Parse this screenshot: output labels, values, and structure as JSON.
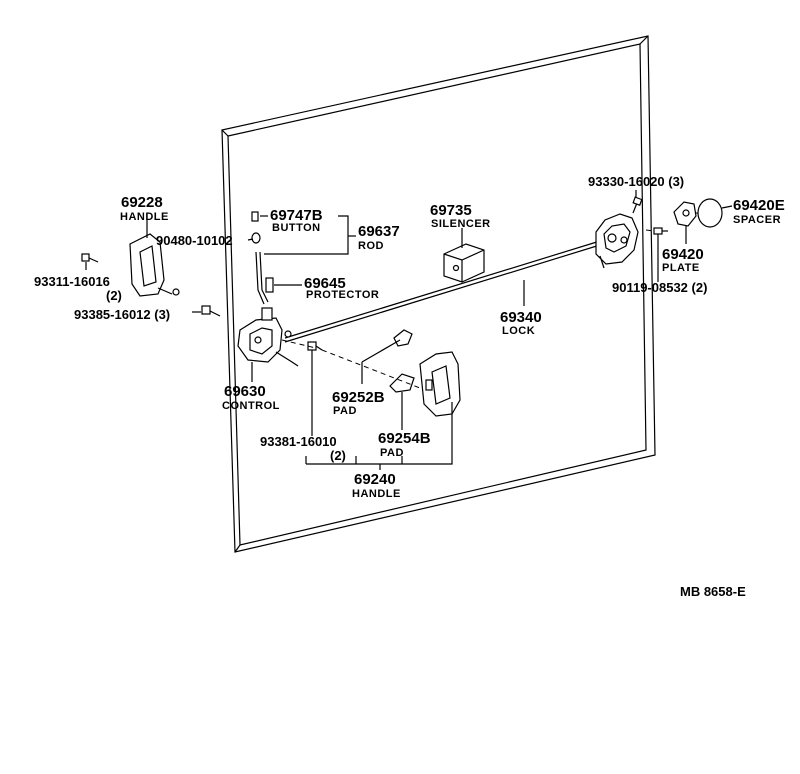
{
  "diagram": {
    "reference": "MB  8658-E",
    "callouts": [
      {
        "id": "handle-69228",
        "number": "69228",
        "name": "HANDLE"
      },
      {
        "id": "bolt-93311",
        "number": "93311-16016",
        "qty": "(2)"
      },
      {
        "id": "screw-93385",
        "number": "93385-16012 (3)"
      },
      {
        "id": "clip-90480",
        "number": "90480-10102"
      },
      {
        "id": "button-69747b",
        "number": "69747B",
        "name": "BUTTON"
      },
      {
        "id": "rod-69637",
        "number": "69637",
        "name": "ROD"
      },
      {
        "id": "protector-69645",
        "number": "69645",
        "name": "PROTECTOR"
      },
      {
        "id": "silencer-69735",
        "number": "69735",
        "name": "SILENCER"
      },
      {
        "id": "screw-93330",
        "number": "93330-16020 (3)"
      },
      {
        "id": "spacer-69420e",
        "number": "69420E",
        "name": "SPACER"
      },
      {
        "id": "plate-69420",
        "number": "69420",
        "name": "PLATE"
      },
      {
        "id": "screw-90119",
        "number": "90119-08532 (2)"
      },
      {
        "id": "lock-69340",
        "number": "69340",
        "name": "LOCK"
      },
      {
        "id": "control-69630",
        "number": "69630",
        "name": "CONTROL"
      },
      {
        "id": "pad-69252b",
        "number": "69252B",
        "name": "PAD"
      },
      {
        "id": "pad-69254b",
        "number": "69254B",
        "name": "PAD"
      },
      {
        "id": "screw-93381",
        "number": "93381-16010",
        "qty": "(2)"
      },
      {
        "id": "handle-69240",
        "number": "69240",
        "name": "HANDLE"
      }
    ]
  }
}
